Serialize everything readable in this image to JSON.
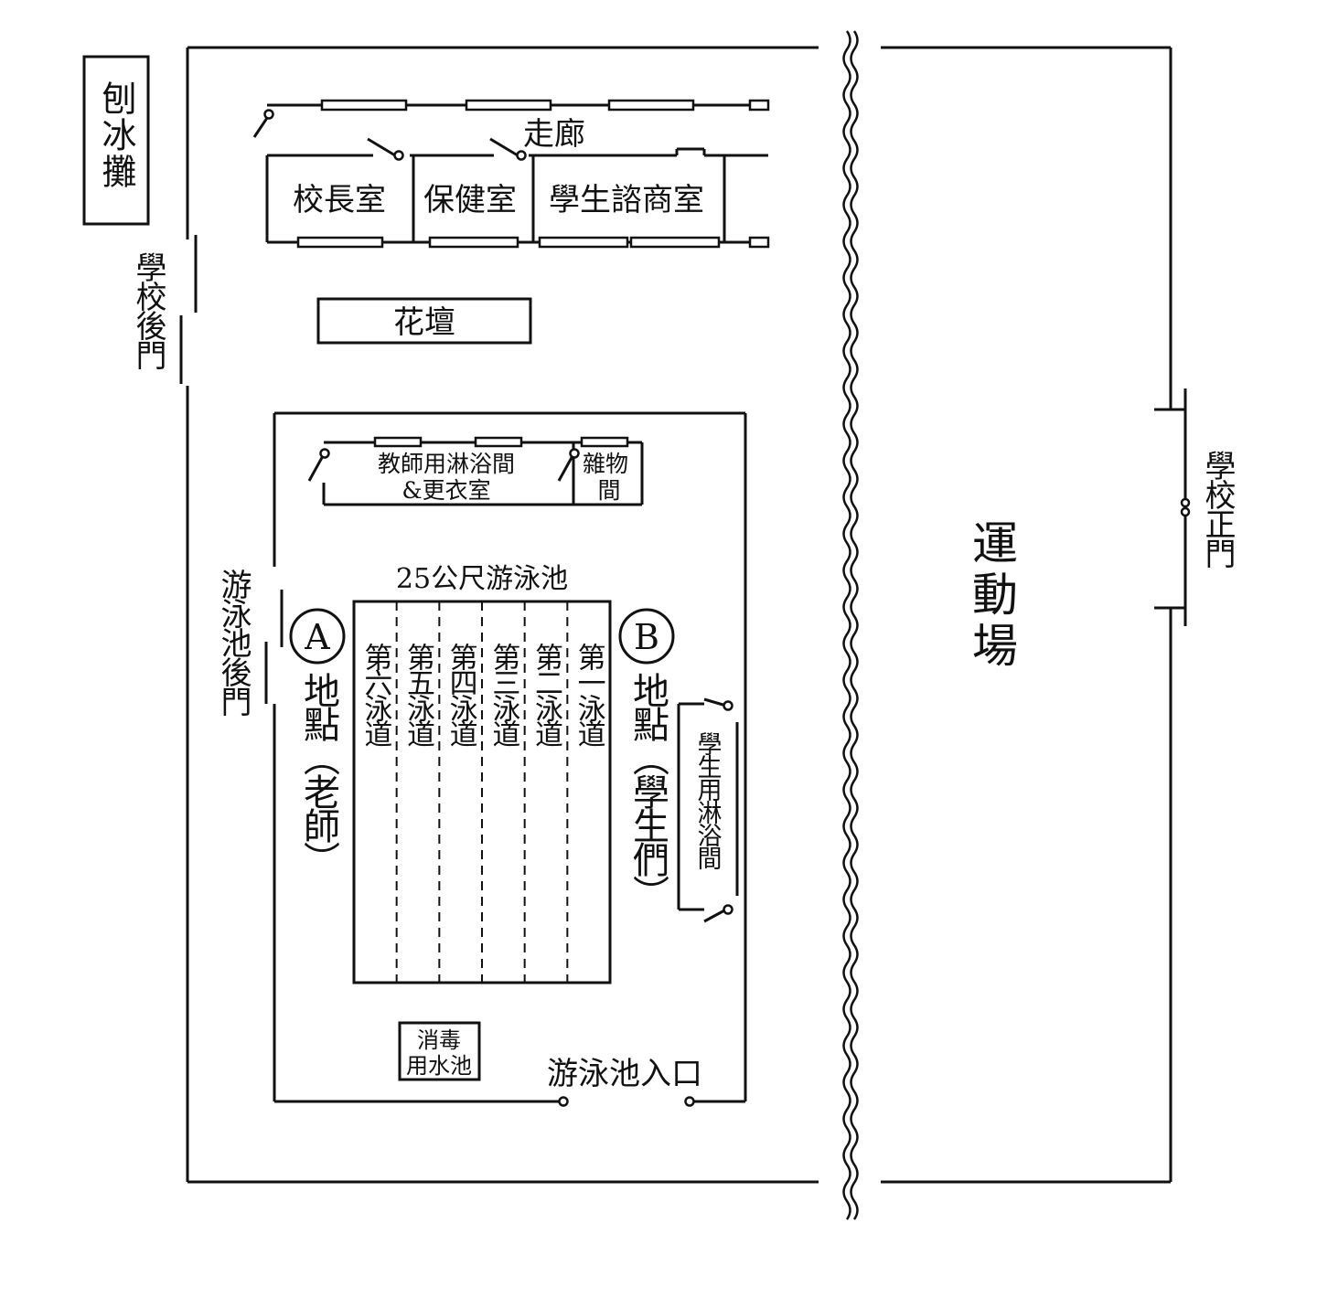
{
  "labels": {
    "shaved_ice": "刨冰攤",
    "back_gate": "學校後門",
    "corridor": "走廊",
    "principal": "校長室",
    "health": "保健室",
    "counseling": "學生諮商室",
    "flowerbed": "花壇",
    "teacher_shower_line1": "教師用淋浴間",
    "teacher_shower_line2": "&更衣室",
    "storage": "雜物間",
    "pool_title": "25公尺游泳池",
    "pool_back_gate": "游泳池後門",
    "point_a_mark": "A",
    "point_a_label": "地點（老師）",
    "point_b_mark": "B",
    "point_b_label": "地點（學生們）",
    "student_shower": "學生用淋浴間",
    "disinfect_line1": "消毒",
    "disinfect_line2": "用水池",
    "pool_entrance": "游泳池入口",
    "playground": "運動場",
    "main_gate": "學校正門"
  },
  "lanes": [
    "第六泳道",
    "第五泳道",
    "第四泳道",
    "第三泳道",
    "第二泳道",
    "第一泳道"
  ]
}
